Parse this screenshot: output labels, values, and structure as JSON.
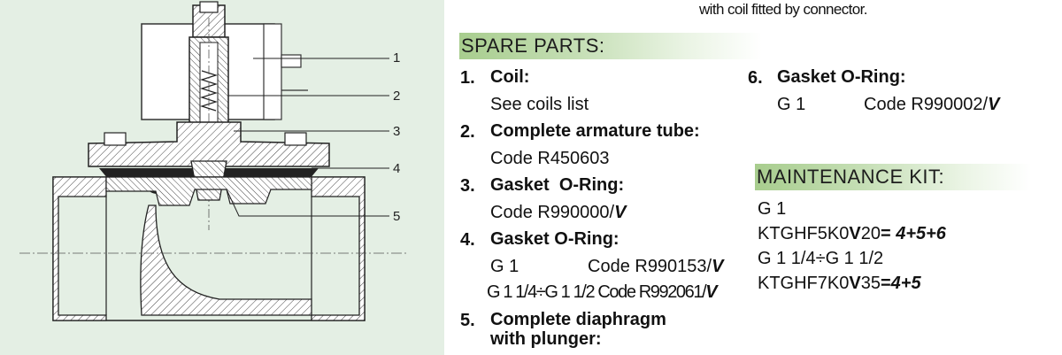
{
  "header_note": "with coil fitted by connector.",
  "callouts": [
    "1",
    "2",
    "3",
    "4",
    "5"
  ],
  "spare_parts": {
    "title": "SPARE PARTS:",
    "items": [
      {
        "num": "1.",
        "title": "Coil:",
        "lines": [
          "See coils list"
        ]
      },
      {
        "num": "2.",
        "title": "Complete armature tube:",
        "lines": [
          "Code R450603"
        ]
      },
      {
        "num": "3.",
        "title": "Gasket  O-Ring:",
        "line_prefix": "Code R990000/",
        "line_suffix": "V"
      },
      {
        "num": "4.",
        "title": "Gasket O-Ring:",
        "size_a": "G 1",
        "code_a_prefix": "Code R990153/",
        "code_a_suffix": "V",
        "size_b": "G 1 1/4÷G 1 1/2",
        "code_b_prefix": "Code R992061/",
        "code_b_suffix": "V"
      },
      {
        "num": "5.",
        "title_line1": "Complete diaphragm",
        "title_line2": "with plunger:"
      },
      {
        "num": "6.",
        "title": "Gasket O-Ring:",
        "size": "G 1",
        "code_prefix": "Code R990002/",
        "code_suffix": "V"
      }
    ]
  },
  "maintenance_kit": {
    "title": "MAINTENANCE KIT:",
    "size_a": "G 1",
    "kit_a_prefix": "KTGHF5K0",
    "kit_a_v": "V",
    "kit_a_mid": "20",
    "kit_a_eq": "= ",
    "kit_a_parts": "4+5+6",
    "size_b": "G 1 1/4÷G 1 1/2",
    "kit_b_prefix": "KTGHF7K0",
    "kit_b_v": "V",
    "kit_b_mid": "35",
    "kit_b_eq": "=",
    "kit_b_parts": "4+5"
  }
}
